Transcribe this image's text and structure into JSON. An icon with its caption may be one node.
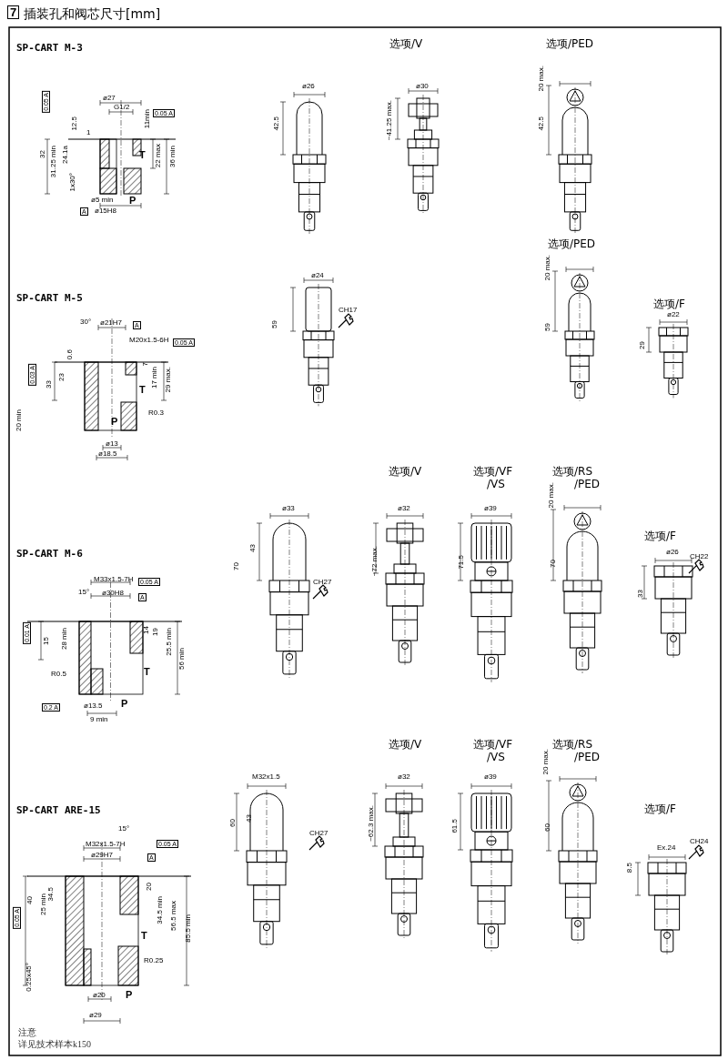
{
  "diagram": {
    "title": "插装孔和阀芯尺寸[mm]",
    "labels": [
      "7",
      "SP-CART M-3",
      "ø27",
      "G1/2",
      "0.05 A",
      "12.5",
      "1",
      "11min",
      "0.05 A",
      "32",
      "31.25 min",
      "24.1a",
      "T",
      "22 max",
      "36 min",
      "1x30°",
      "ø5 min",
      "P",
      "A",
      "ø15H8",
      "选项/V",
      "选项/PED",
      "ø26",
      "42.5",
      "ø30",
      "~41.25 max.",
      "20 max.",
      "42.5",
      "SP-CART M-5",
      "30°",
      "ø21H7",
      "A",
      "M20x1.5-6H",
      "0.05 A",
      "0.6",
      "0.03 A",
      "23",
      "33",
      "7",
      "17 min",
      "29 max.",
      "T",
      "R0.3",
      "20 min",
      "P",
      "ø13",
      "ø18.5",
      "选项/PED",
      "ø24",
      "59",
      "CH17",
      "20 max.",
      "59",
      "选项/F",
      "ø22",
      "29",
      "选项/V",
      "选项/VF",
      "/VS",
      "选项/RS",
      "/PED",
      "ø33",
      "70",
      "43",
      "CH27",
      "ø32",
      "~72 max.",
      "ø39",
      "71.5",
      "20 max.",
      "70",
      "选项/F",
      "ø26",
      "CH22",
      "33",
      "SP-CART M-6",
      "M33x1.5-7H",
      "0.05 A",
      "15°",
      "ø30H8",
      "A",
      "0.01 A",
      "15",
      "28 min",
      "14",
      "19",
      "25.5 min",
      "56 min",
      "T",
      "R0.5",
      "P",
      "0.2 A",
      "ø13.5",
      "9 min",
      "选项/V",
      "选项/VF",
      "/VS",
      "选项/RS",
      "/PED",
      "M32x1.5",
      "60",
      "43",
      "CH27",
      "ø32",
      "~62.3 max.",
      "ø39",
      "61.5",
      "20 max.",
      "60",
      "选项/F",
      "Ex.24",
      "CH24",
      "8.5",
      "SP-CART ARE-15",
      "15°",
      "M32x1.5-7H",
      "0.05 A",
      "ø29H7",
      "A",
      "34.5",
      "25 min",
      "20",
      "34.5 min",
      "56.5 max",
      "40",
      "0.05 A",
      "T",
      "85.5 min",
      "R0.25",
      "0.25x45°",
      "ø20",
      "P",
      "ø29",
      "注意",
      "详见技术样本k150"
    ]
  }
}
